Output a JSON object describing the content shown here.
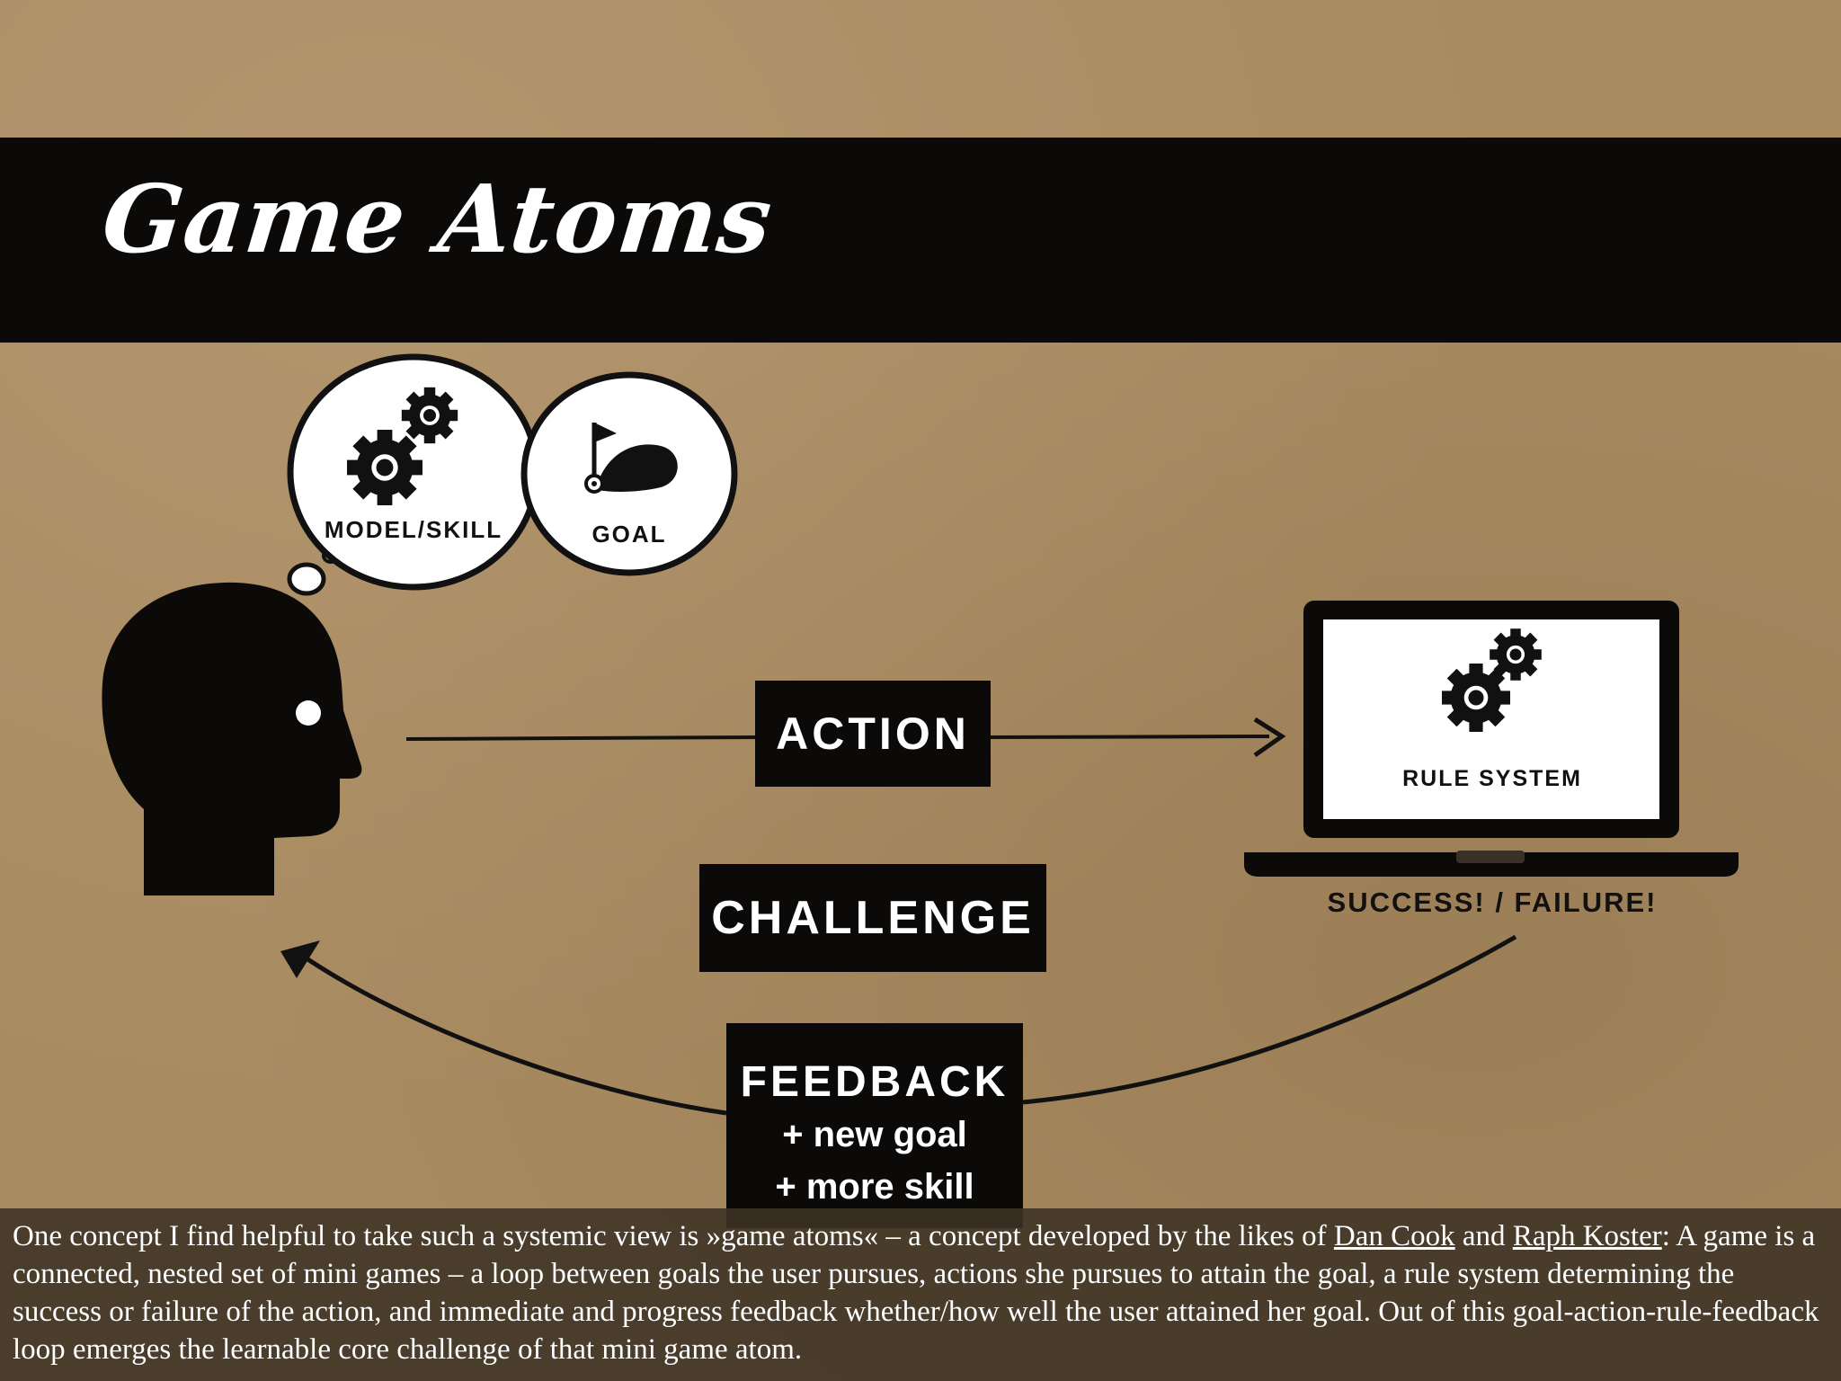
{
  "slide": {
    "title": "Game Atoms"
  },
  "diagram": {
    "thought_bubbles": [
      {
        "label": "MODEL/SKILL",
        "icon": "gears-icon"
      },
      {
        "label": "GOAL",
        "icon": "golf-flag-icon"
      }
    ],
    "action_label": "ACTION",
    "challenge_label": "CHALLENGE",
    "feedback": {
      "title": "FEEDBACK",
      "lines": [
        "+ new goal",
        "+ more skill"
      ]
    },
    "rule_system_label": "RULE SYSTEM",
    "outcome_label": "SUCCESS! / FAILURE!"
  },
  "caption": {
    "part1": "One concept I find helpful to take such a systemic view is »game atoms« – a concept developed by the likes of ",
    "link1": "Dan Cook",
    "part2": " and ",
    "link2": "Raph Koster",
    "part3": ": A game is a connected, nested set of mini games – a loop between goals the user pursues, actions she pursues to attain the goal, a rule system determining the success or failure of the action, and immediate and progress feedback whether/how well the user attained her goal. Out of this goal-action-rule-feedback loop emerges the learnable core challenge of that mini game atom."
  }
}
